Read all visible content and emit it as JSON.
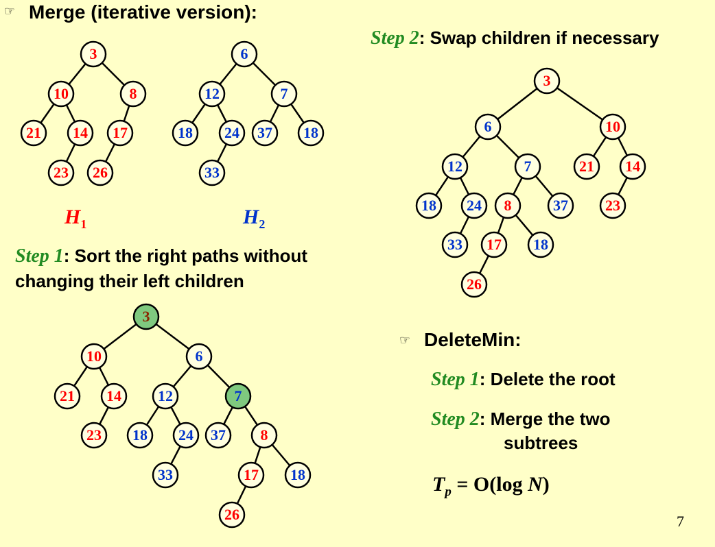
{
  "title": {
    "bullet_icon": "pointing-hand-icon",
    "text": "Merge (iterative version):"
  },
  "labels": {
    "h1": "H",
    "h1_sub": "1",
    "h2": "H",
    "h2_sub": "2"
  },
  "merge_step1": {
    "step": "Step 1",
    "line1": ": Sort the right paths without",
    "line2": "changing their left children"
  },
  "merge_step2": {
    "step": "Step 2",
    "text": ": Swap children if necessary"
  },
  "deletemin": {
    "bullet_icon": "pointing-hand-icon",
    "title": "DeleteMin:",
    "step1_step": "Step 1",
    "step1_text": ": Delete the root",
    "step2_step": "Step 2",
    "step2_line1": ": Merge the two",
    "step2_line2": "subtrees"
  },
  "complexity": {
    "t": "T",
    "sub": "p",
    "eq": " = O(log ",
    "n": "N",
    "close": ")"
  },
  "page_number": "7",
  "colors": {
    "background": "#FFFFC8",
    "heap1_text": "#FF0000",
    "heap2_text": "#0033CC",
    "step_label": "#228B22",
    "highlight_fill": "#7FC97F",
    "node_fill": "#FFFFE0"
  },
  "trees": [
    {
      "id": "H1",
      "nodes": [
        {
          "id": "a3",
          "key": "3",
          "heap": "h1"
        },
        {
          "id": "a10",
          "key": "10",
          "heap": "h1"
        },
        {
          "id": "a8",
          "key": "8",
          "heap": "h1"
        },
        {
          "id": "a21",
          "key": "21",
          "heap": "h1"
        },
        {
          "id": "a14",
          "key": "14",
          "heap": "h1"
        },
        {
          "id": "a17",
          "key": "17",
          "heap": "h1"
        },
        {
          "id": "a23",
          "key": "23",
          "heap": "h1"
        },
        {
          "id": "a26",
          "key": "26",
          "heap": "h1"
        }
      ],
      "edges": [
        [
          "a3",
          "a10"
        ],
        [
          "a3",
          "a8"
        ],
        [
          "a10",
          "a21"
        ],
        [
          "a10",
          "a14"
        ],
        [
          "a14",
          "a23"
        ],
        [
          "a8",
          "a17"
        ],
        [
          "a17",
          "a26"
        ]
      ]
    },
    {
      "id": "H2",
      "nodes": [
        {
          "id": "b6",
          "key": "6",
          "heap": "h2"
        },
        {
          "id": "b12",
          "key": "12",
          "heap": "h2"
        },
        {
          "id": "b7",
          "key": "7",
          "heap": "h2"
        },
        {
          "id": "b18a",
          "key": "18",
          "heap": "h2"
        },
        {
          "id": "b24",
          "key": "24",
          "heap": "h2"
        },
        {
          "id": "b37",
          "key": "37",
          "heap": "h2"
        },
        {
          "id": "b18b",
          "key": "18",
          "heap": "h2"
        },
        {
          "id": "b33",
          "key": "33",
          "heap": "h2"
        }
      ],
      "edges": [
        [
          "b6",
          "b12"
        ],
        [
          "b6",
          "b7"
        ],
        [
          "b12",
          "b18a"
        ],
        [
          "b12",
          "b24"
        ],
        [
          "b24",
          "b33"
        ],
        [
          "b7",
          "b37"
        ],
        [
          "b7",
          "b18b"
        ]
      ]
    },
    {
      "id": "step1-result",
      "nodes": [
        {
          "id": "c3",
          "key": "3",
          "heap": "h1",
          "highlight": true
        },
        {
          "id": "c10",
          "key": "10",
          "heap": "h1"
        },
        {
          "id": "c6",
          "key": "6",
          "heap": "h2"
        },
        {
          "id": "c21",
          "key": "21",
          "heap": "h1"
        },
        {
          "id": "c14",
          "key": "14",
          "heap": "h1"
        },
        {
          "id": "c12",
          "key": "12",
          "heap": "h2"
        },
        {
          "id": "c7",
          "key": "7",
          "heap": "h2",
          "highlight": true
        },
        {
          "id": "c23",
          "key": "23",
          "heap": "h1"
        },
        {
          "id": "c18a",
          "key": "18",
          "heap": "h2"
        },
        {
          "id": "c24",
          "key": "24",
          "heap": "h2"
        },
        {
          "id": "c37",
          "key": "37",
          "heap": "h2"
        },
        {
          "id": "c8",
          "key": "8",
          "heap": "h1"
        },
        {
          "id": "c33",
          "key": "33",
          "heap": "h2"
        },
        {
          "id": "c17",
          "key": "17",
          "heap": "h1"
        },
        {
          "id": "c18b",
          "key": "18",
          "heap": "h2"
        },
        {
          "id": "c26",
          "key": "26",
          "heap": "h1"
        }
      ],
      "edges": [
        [
          "c3",
          "c10"
        ],
        [
          "c3",
          "c6"
        ],
        [
          "c10",
          "c21"
        ],
        [
          "c10",
          "c14"
        ],
        [
          "c14",
          "c23"
        ],
        [
          "c6",
          "c12"
        ],
        [
          "c6",
          "c7"
        ],
        [
          "c12",
          "c18a"
        ],
        [
          "c12",
          "c24"
        ],
        [
          "c24",
          "c33"
        ],
        [
          "c7",
          "c37"
        ],
        [
          "c7",
          "c8"
        ],
        [
          "c8",
          "c17"
        ],
        [
          "c8",
          "c18b"
        ],
        [
          "c17",
          "c26"
        ]
      ]
    },
    {
      "id": "step2-result",
      "nodes": [
        {
          "id": "d3",
          "key": "3",
          "heap": "h1"
        },
        {
          "id": "d6",
          "key": "6",
          "heap": "h2"
        },
        {
          "id": "d10",
          "key": "10",
          "heap": "h1"
        },
        {
          "id": "d12",
          "key": "12",
          "heap": "h2"
        },
        {
          "id": "d7",
          "key": "7",
          "heap": "h2"
        },
        {
          "id": "d21",
          "key": "21",
          "heap": "h1"
        },
        {
          "id": "d14",
          "key": "14",
          "heap": "h1"
        },
        {
          "id": "d18a",
          "key": "18",
          "heap": "h2"
        },
        {
          "id": "d24",
          "key": "24",
          "heap": "h2"
        },
        {
          "id": "d8",
          "key": "8",
          "heap": "h1"
        },
        {
          "id": "d37",
          "key": "37",
          "heap": "h2"
        },
        {
          "id": "d23",
          "key": "23",
          "heap": "h1"
        },
        {
          "id": "d33",
          "key": "33",
          "heap": "h2"
        },
        {
          "id": "d17",
          "key": "17",
          "heap": "h1"
        },
        {
          "id": "d18b",
          "key": "18",
          "heap": "h2"
        },
        {
          "id": "d26",
          "key": "26",
          "heap": "h1"
        }
      ],
      "edges": [
        [
          "d3",
          "d6"
        ],
        [
          "d3",
          "d10"
        ],
        [
          "d6",
          "d12"
        ],
        [
          "d6",
          "d7"
        ],
        [
          "d12",
          "d18a"
        ],
        [
          "d12",
          "d24"
        ],
        [
          "d24",
          "d33"
        ],
        [
          "d7",
          "d8"
        ],
        [
          "d7",
          "d37"
        ],
        [
          "d8",
          "d17"
        ],
        [
          "d8",
          "d18b"
        ],
        [
          "d17",
          "d26"
        ],
        [
          "d10",
          "d21"
        ],
        [
          "d10",
          "d14"
        ],
        [
          "d14",
          "d23"
        ]
      ]
    }
  ]
}
